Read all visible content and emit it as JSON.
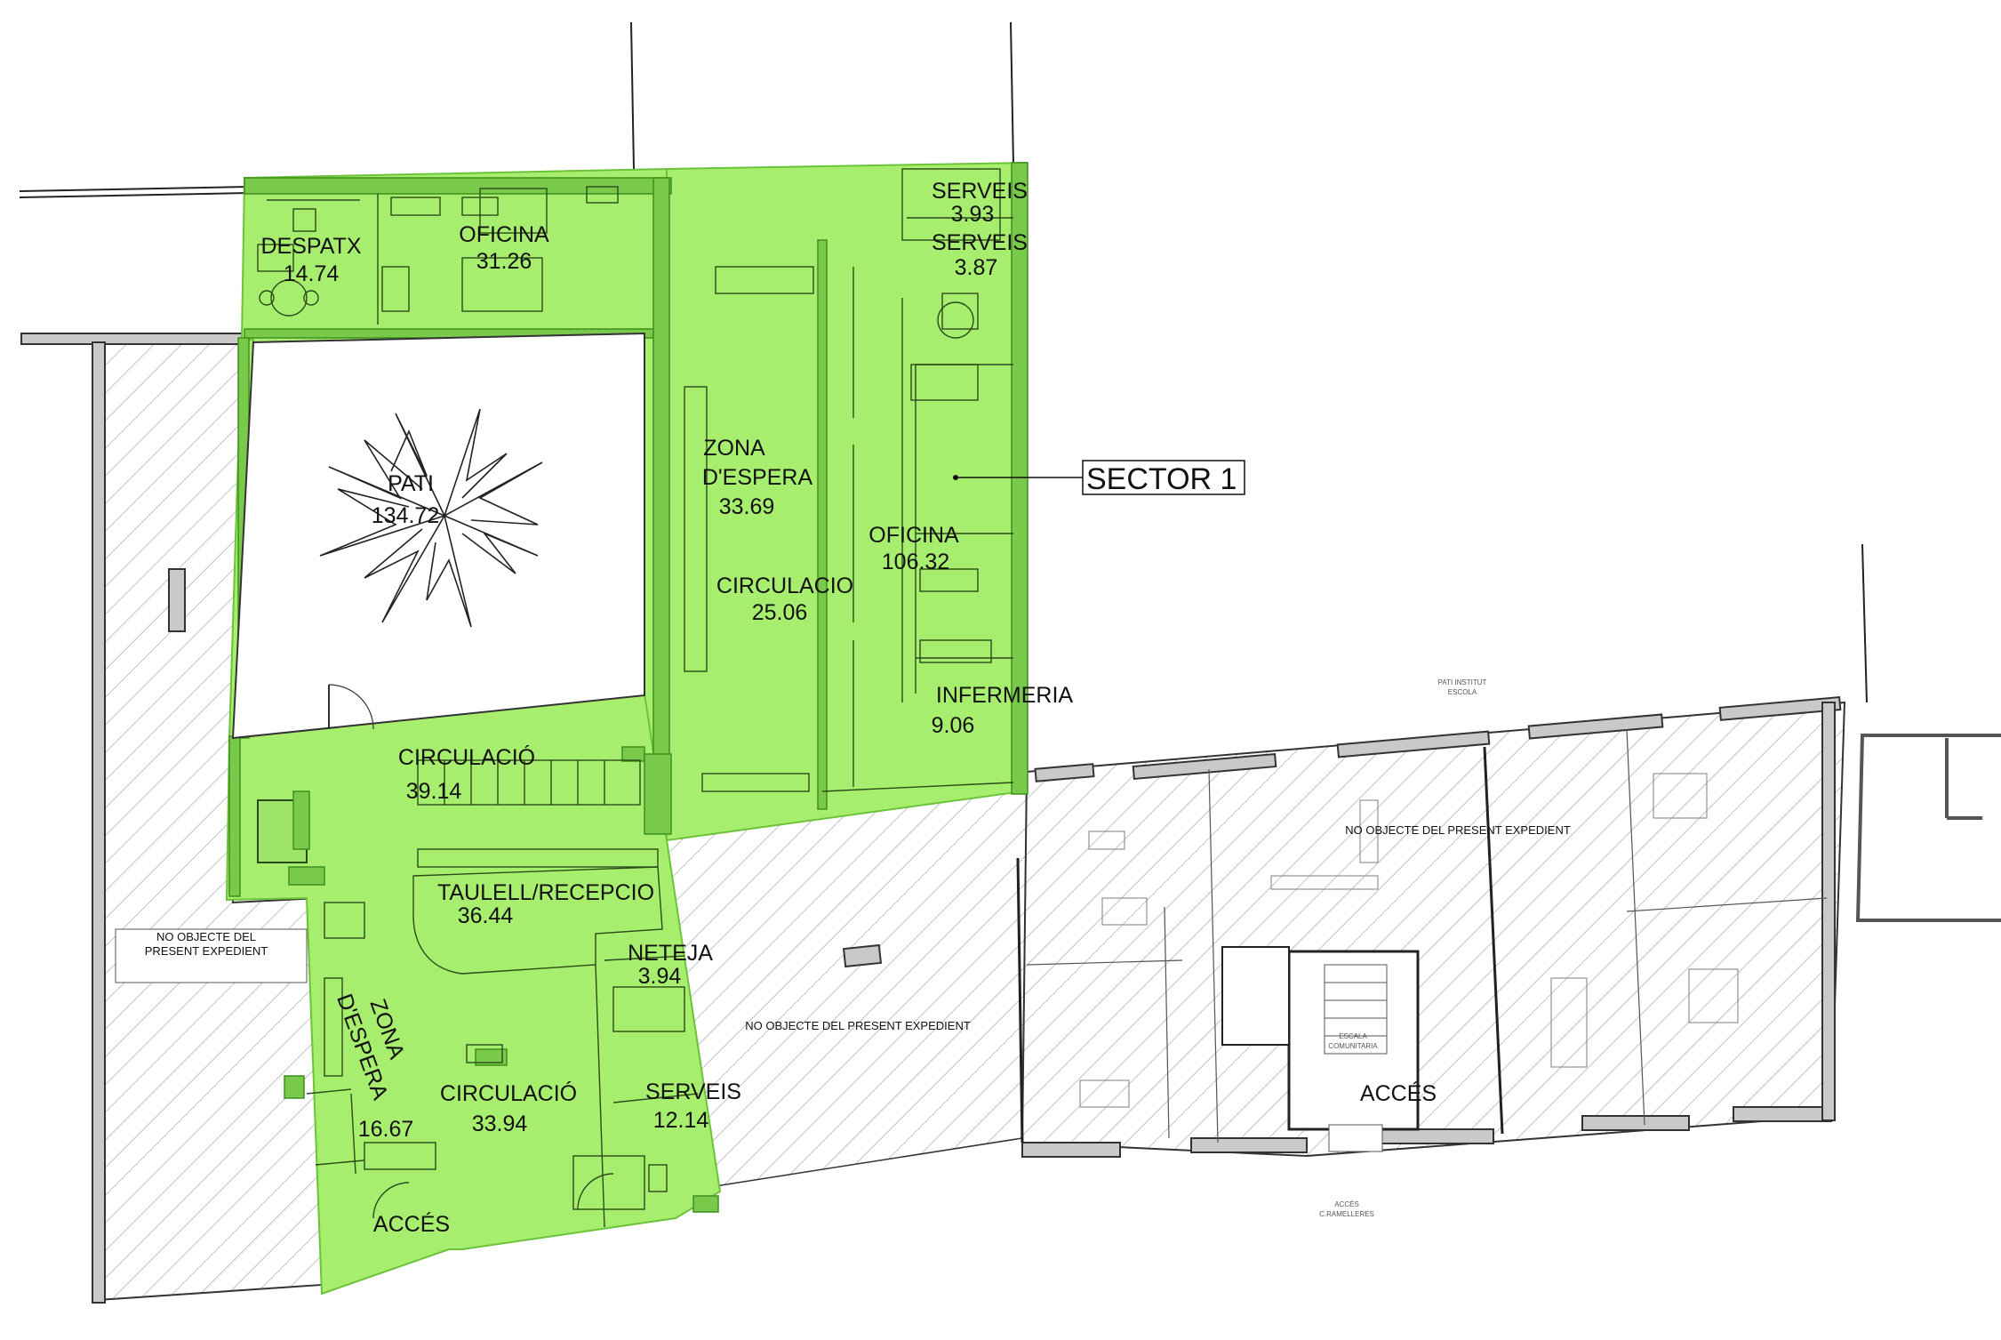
{
  "colors": {
    "sector_fill": "#a8ee6e",
    "sector_stroke": "#6bc33a",
    "wall_fill": "#c9c9c9",
    "hatch": "#9a9a9a"
  },
  "sector": {
    "label": "SECTOR 1"
  },
  "rooms": [
    {
      "id": "despatx",
      "name": "DESPATX",
      "area": "14.74"
    },
    {
      "id": "oficina-top",
      "name": "OFICINA",
      "area": "31.26"
    },
    {
      "id": "serveis-1",
      "name": "SERVEIS",
      "area": "3.93"
    },
    {
      "id": "serveis-2",
      "name": "SERVEIS",
      "area": "3.87"
    },
    {
      "id": "zona-espera-1",
      "name_line1": "ZONA",
      "name_line2": "D'ESPERA",
      "area": "33.69"
    },
    {
      "id": "pati",
      "name": "PATI",
      "area": "134.72"
    },
    {
      "id": "oficina-big",
      "name": "OFICINA",
      "area": "106.32"
    },
    {
      "id": "circulacio-1",
      "name": "CIRCULACIO",
      "area": "25.06"
    },
    {
      "id": "infermeria",
      "name": "INFERMERIA",
      "area": "9.06"
    },
    {
      "id": "circulacio-2",
      "name": "CIRCULACIÓ",
      "area": "39.14"
    },
    {
      "id": "taulell",
      "name": "TAULELL/RECEPCIO",
      "area": "36.44"
    },
    {
      "id": "neteja",
      "name": "NETEJA",
      "area": "3.94"
    },
    {
      "id": "zona-espera-2",
      "name_line1": "ZONA",
      "name_line2": "D'ESPERA",
      "area": "16.67"
    },
    {
      "id": "circulacio-3",
      "name": "CIRCULACIÓ",
      "area": "33.94"
    },
    {
      "id": "serveis-3",
      "name": "SERVEIS",
      "area": "12.14"
    },
    {
      "id": "acces-1",
      "name": "ACCÉS"
    },
    {
      "id": "acces-2",
      "name": "ACCÉS"
    }
  ],
  "notes": {
    "left_line1": "NO OBJECTE DEL",
    "left_line2": "PRESENT EXPEDIENT",
    "center": "NO OBJECTE DEL PRESENT EXPEDIENT",
    "right": "NO OBJECTE DEL PRESENT EXPEDIENT",
    "pati_institut_line1": "PATI INSTITUT",
    "pati_institut_line2": "ESCOLA",
    "acces_bottom_line1": "ACCÉS",
    "acces_bottom_line2": "C.RAMELLERES",
    "escala_line1": "ESCALA",
    "escala_line2": "COMUNITARIA"
  }
}
